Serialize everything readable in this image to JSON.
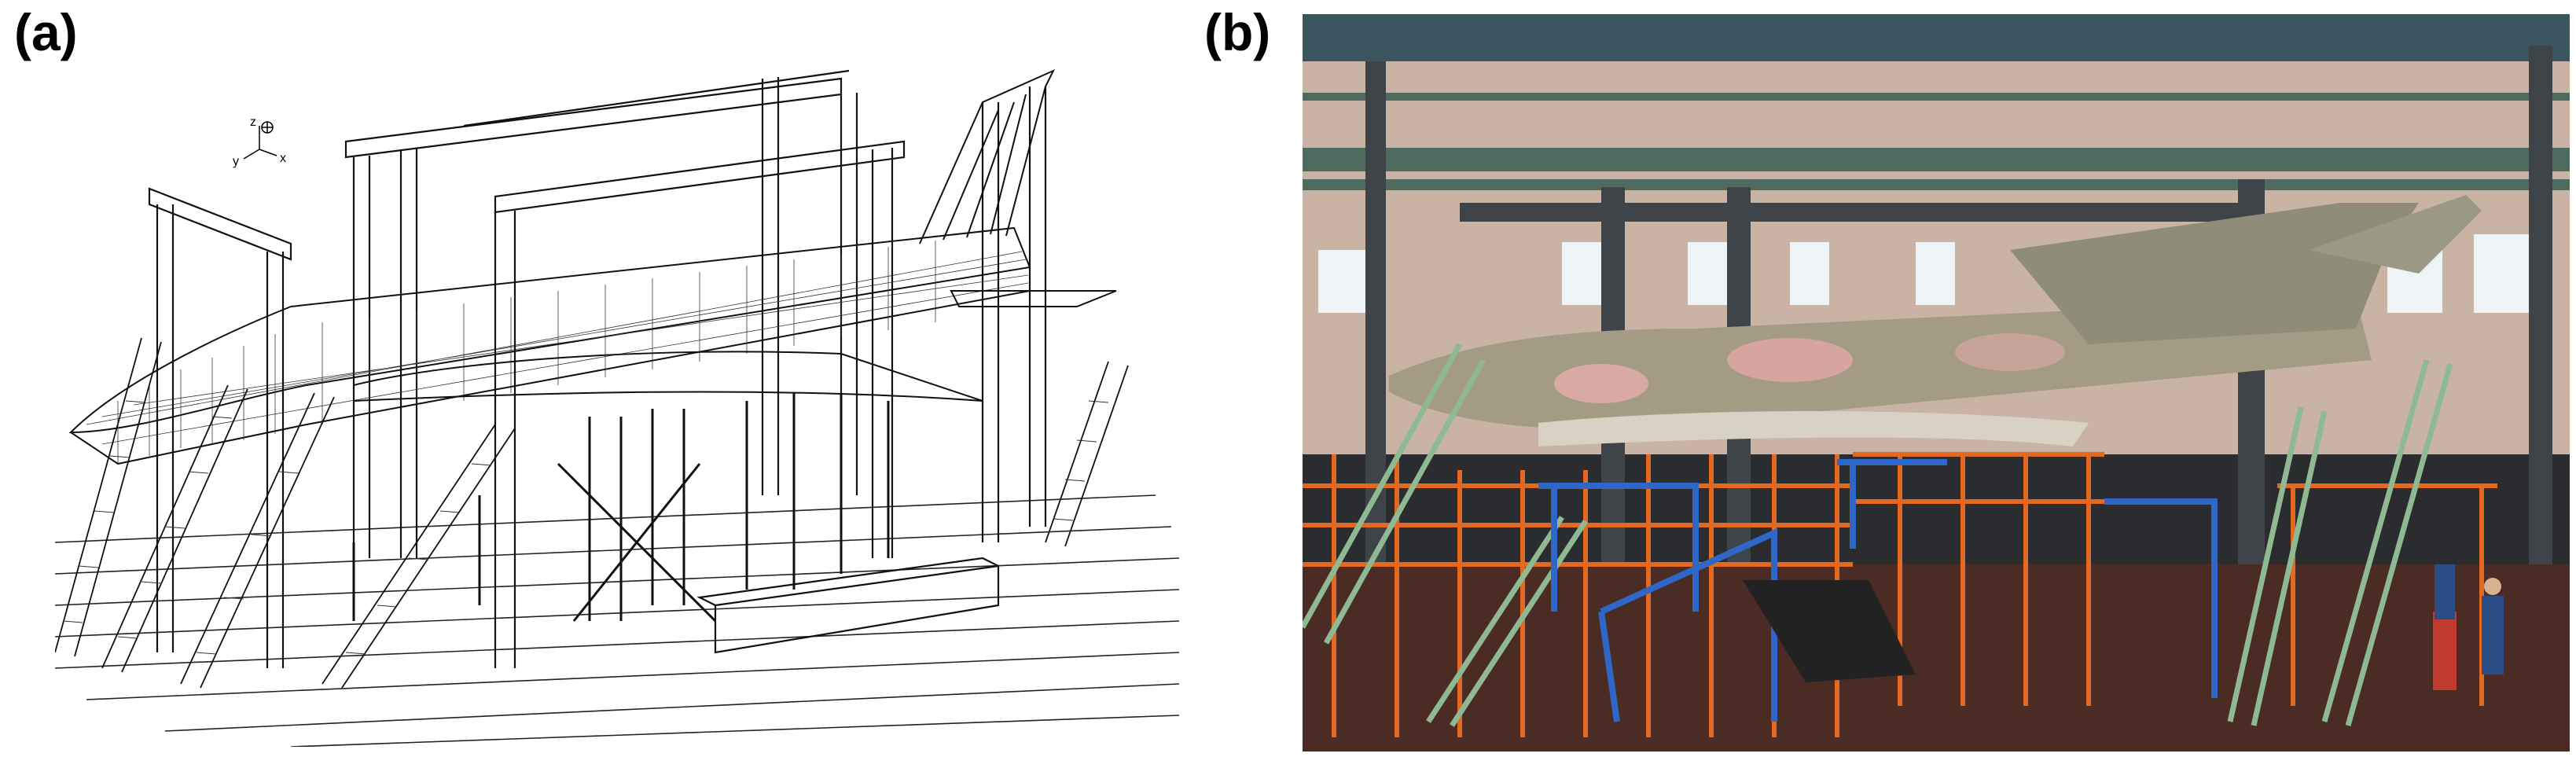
{
  "panels": {
    "a": {
      "label": "(a)"
    },
    "b": {
      "label": "(b)"
    }
  },
  "axes_triad": {
    "z": "z",
    "y": "y",
    "x": "x"
  }
}
